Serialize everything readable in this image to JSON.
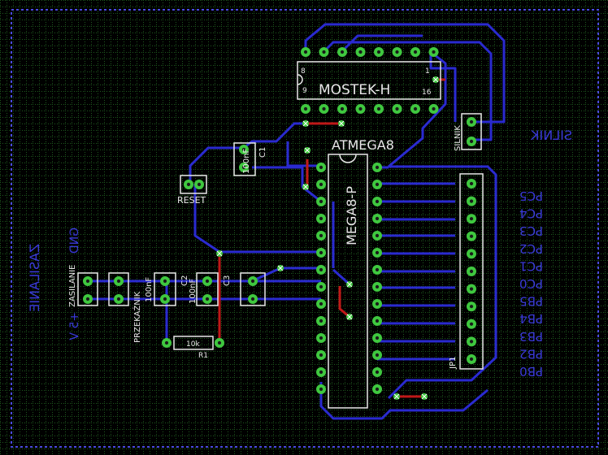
{
  "colors": {
    "background": "#000000",
    "grid": "#1f5a1f",
    "border": "#4a4ae0",
    "trace_bottom": "#2a2ad0",
    "trace_top": "#c01818",
    "silkscreen": "#e8e8e8",
    "pad": "#3fc83f",
    "pad_hole": "#1a1a1a",
    "mirrored_text": "#3a3ad8"
  },
  "components": {
    "hbridge": {
      "name": "MOSTEK-H",
      "pin_left_top": "8",
      "pin_left_bottom": "9",
      "pin_right_top": "1",
      "pin_right_bottom": "16"
    },
    "mcu": {
      "name": "ATMEGA8",
      "value": "MEGA8-P"
    },
    "c1": {
      "name": "C1",
      "value": "100nF"
    },
    "reset": {
      "name": "RESET"
    },
    "zasilanie": {
      "name": "ZASILANIE"
    },
    "przekaznik": {
      "name": "PRZEKAŹNIK"
    },
    "c2": {
      "name": "C2",
      "value": "100nF"
    },
    "c3": {
      "name": "C3",
      "value": "100nF"
    },
    "r1": {
      "name": "R1",
      "value": "10k"
    },
    "silnik": {
      "name": "SILNIK"
    },
    "jp1": {
      "name": "JP1"
    }
  },
  "bottom_labels": {
    "silnik": "SILNIK",
    "zasilanie": "ZASILANIE",
    "plus5v": "+5 V",
    "gnd": "GND",
    "ports": [
      "PC5",
      "PC4",
      "PC3",
      "PC2",
      "PC1",
      "PC0",
      "PB5",
      "PB4",
      "PB3",
      "PB2",
      "PB0"
    ]
  }
}
